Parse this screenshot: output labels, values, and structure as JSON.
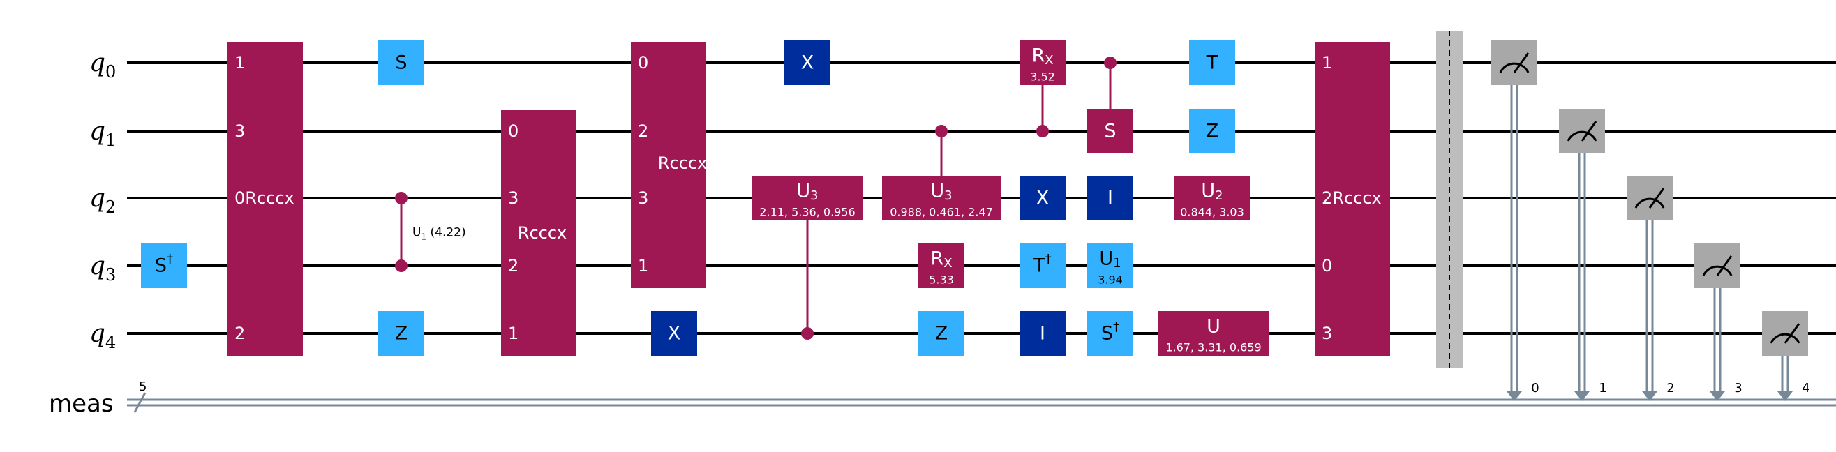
{
  "colors": {
    "multi": "#9F1853",
    "light_blue": "#33B1FF",
    "dark_blue": "#002D9C",
    "measure": "#A8A8A8",
    "classical": "#778899",
    "barrier": "#BDBDBD"
  },
  "qubits": [
    {
      "base": "q",
      "index": "0"
    },
    {
      "base": "q",
      "index": "1"
    },
    {
      "base": "q",
      "index": "2"
    },
    {
      "base": "q",
      "index": "3"
    },
    {
      "base": "q",
      "index": "4"
    }
  ],
  "classical_register": {
    "name": "meas",
    "size": "5"
  },
  "measure_bits": [
    "0",
    "1",
    "2",
    "3",
    "4"
  ],
  "rcccx_gates": [
    {
      "name": "Rcccx",
      "name_prefix": "0",
      "pins": [
        {
          "q": 0,
          "label": "1"
        },
        {
          "q": 1,
          "label": "3"
        },
        {
          "q": 4,
          "label": "2"
        }
      ]
    },
    {
      "name": "Rcccx",
      "name_prefix": "",
      "pins": [
        {
          "q": 1,
          "label": "0"
        },
        {
          "q": 2,
          "label": "3"
        },
        {
          "q": 3,
          "label": "2"
        },
        {
          "q": 4,
          "label": "1"
        }
      ]
    },
    {
      "name": "Rcccx",
      "name_prefix": "",
      "pins": [
        {
          "q": 0,
          "label": "0"
        },
        {
          "q": 1,
          "label": "2"
        },
        {
          "q": 2,
          "label": "3"
        },
        {
          "q": 3,
          "label": "1"
        }
      ]
    },
    {
      "name": "Rcccx",
      "name_prefix": "2",
      "pins": [
        {
          "q": 0,
          "label": "1"
        },
        {
          "q": 3,
          "label": "0"
        },
        {
          "q": 4,
          "label": "3"
        }
      ]
    }
  ],
  "single_gates": [
    {
      "q": 3,
      "label": "S",
      "sup": "†",
      "style": "light"
    },
    {
      "q": 0,
      "label": "S",
      "style": "light"
    },
    {
      "q": 4,
      "label": "Z",
      "style": "light"
    },
    {
      "q": 4,
      "label": "X",
      "style": "dark"
    },
    {
      "q": 0,
      "label": "X",
      "style": "dark"
    },
    {
      "q": 3,
      "label": "R",
      "sub": "X",
      "param": "5.33",
      "style": "multi"
    },
    {
      "q": 4,
      "label": "Z",
      "style": "light"
    },
    {
      "q": 0,
      "label": "R",
      "sub": "X",
      "param": "3.52",
      "style": "multi"
    },
    {
      "q": 2,
      "label": "X",
      "style": "dark"
    },
    {
      "q": 3,
      "label": "T",
      "sup": "†",
      "style": "light"
    },
    {
      "q": 4,
      "label": "I",
      "style": "dark"
    },
    {
      "q": 2,
      "label": "I",
      "style": "dark"
    },
    {
      "q": 3,
      "label": "U",
      "sub": "1",
      "param": "3.94",
      "style": "light"
    },
    {
      "q": 4,
      "label": "S",
      "sup": "†",
      "style": "light"
    },
    {
      "q": 0,
      "label": "T",
      "style": "light"
    },
    {
      "q": 1,
      "label": "Z",
      "style": "light"
    },
    {
      "q": 2,
      "label": "U",
      "sub": "2",
      "param": "0.844, 3.03",
      "style": "multi"
    },
    {
      "q": 4,
      "label": "U",
      "param": "1.67, 3.31, 0.659",
      "style": "multi"
    }
  ],
  "controlled_gates": [
    {
      "label": "U",
      "sub": "1",
      "param": "(4.22)",
      "controls": [
        2
      ],
      "target": 3,
      "kind": "cphase"
    },
    {
      "label": "U",
      "sub": "3",
      "param": "2.11, 5.36, 0.956",
      "controls": [
        4
      ],
      "target": 2,
      "kind": "box"
    },
    {
      "label": "U",
      "sub": "3",
      "param": "0.988, 0.461, 2.47",
      "controls": [
        1
      ],
      "target": 2,
      "kind": "box"
    },
    {
      "label": "R",
      "sub": "X",
      "param": "3.52",
      "controls": [
        1
      ],
      "target": 0,
      "kind": "drawn-separately"
    },
    {
      "label": "S",
      "controls": [
        0
      ],
      "target": 1,
      "kind": "box"
    }
  ]
}
